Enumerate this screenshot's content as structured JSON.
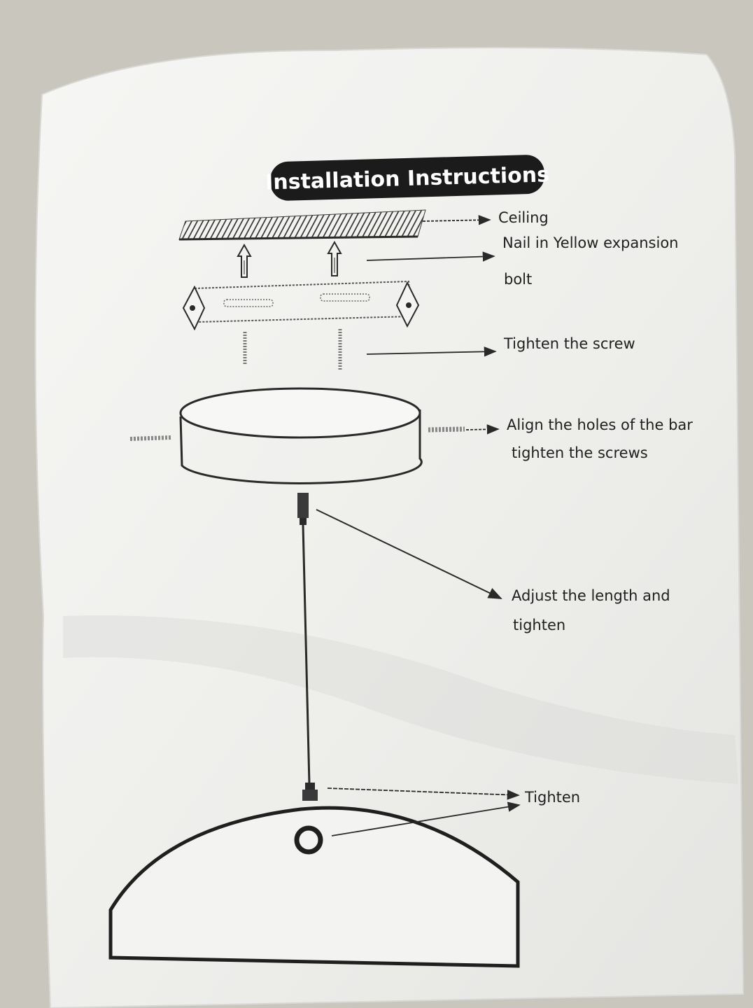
{
  "title": "Installation Instructions",
  "labels": {
    "ceiling": "Ceiling",
    "nail_line1": "Nail in Yellow expansion",
    "nail_line2": "bolt",
    "tighten_screw": "Tighten the screw",
    "align_line1": "Align the holes of the bar",
    "align_line2": "tighten the screws",
    "adjust_line1": "Adjust the length and",
    "adjust_line2": "tighten",
    "tighten": "Tighten"
  },
  "colors": {
    "paper": "#f1f1ef",
    "ink": "#2a2a2a",
    "title_bg": "#1b1b1b",
    "background": "#c9c6bd"
  }
}
